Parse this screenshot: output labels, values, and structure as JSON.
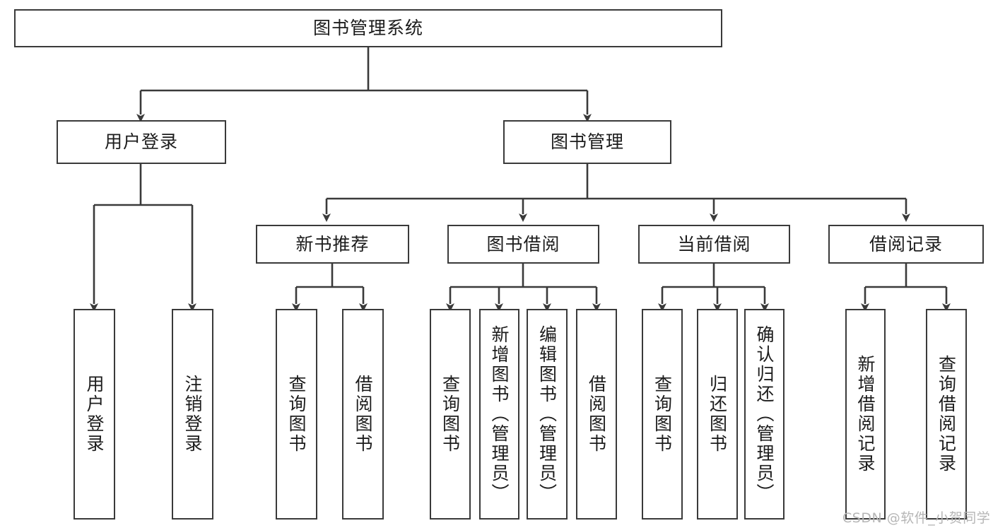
{
  "diagram": {
    "type": "tree-hierarchy",
    "title": "图书管理系统",
    "watermark": "CSDN @软件_小贺同学",
    "colors": {
      "box_border": "#3a3a3a",
      "box_fill": "#ffffff",
      "connector": "#3a3a3a",
      "text": "#1c1c1c",
      "watermark": "#b6b6b6",
      "background": "#ffffff"
    }
  },
  "nodes": {
    "root": {
      "label": "图书管理系统"
    },
    "level1": [
      {
        "label": "用户登录"
      },
      {
        "label": "图书管理"
      }
    ],
    "level2": [
      {
        "label": "新书推荐"
      },
      {
        "label": "图书借阅"
      },
      {
        "label": "当前借阅"
      },
      {
        "label": "借阅记录"
      }
    ],
    "leaves": {
      "user_login": [
        {
          "label": "用户登录"
        },
        {
          "label": "注销登录"
        }
      ],
      "new_book_recommend": [
        {
          "label": "查询图书"
        },
        {
          "label": "借阅图书"
        }
      ],
      "book_borrow": [
        {
          "label": "查询图书"
        },
        {
          "label": "新增图书（管理员）"
        },
        {
          "label": "编辑图书（管理员）"
        },
        {
          "label": "借阅图书"
        }
      ],
      "current_borrow": [
        {
          "label": "查询图书"
        },
        {
          "label": "归还图书"
        },
        {
          "label": "确认归还（管理员）"
        }
      ],
      "borrow_record": [
        {
          "label": "新增借阅记录"
        },
        {
          "label": "查询借阅记录"
        }
      ]
    }
  }
}
